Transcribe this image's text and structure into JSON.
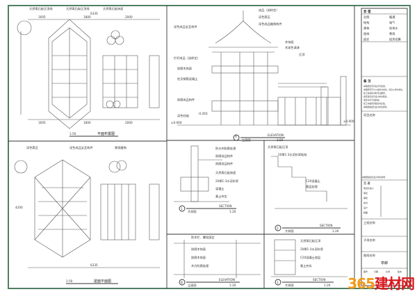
{
  "drawings": {
    "plan": {
      "title": "平面布置图",
      "scale": "1:50",
      "labels": [
        "天然青石板压顶线",
        "天然青石板压顶线",
        "天然青石板饰面"
      ],
      "dims_top": [
        "1605",
        "1800",
        "2000"
      ],
      "dim_total": "6335",
      "dims_bottom": [
        "1605",
        "1800",
        "2000"
      ]
    },
    "roof_plan": {
      "title": "屋面平面图",
      "scale": "1:50",
      "labels": [
        "深色筒瓦",
        "深色成品宝瓦构件",
        "景观植物"
      ],
      "dim_total": "6335",
      "dims_side": [
        "4200"
      ]
    },
    "elevation": {
      "marker": "A",
      "title": "立面图",
      "label": "ELEVATION",
      "scale": "1:50",
      "labels": [
        "成品（选样定）",
        "深色筒瓦",
        "深色成品檐角构件",
        "深色成品宝瓦构件",
        "栏杆成品（选样定）",
        "耐腐木饰面",
        "柱及钢筋混凝土",
        "耐腐成品构件",
        "木饰面",
        "木本色清漆",
        "压顶",
        "深色柱础"
      ],
      "levels": [
        "±0.000",
        "-0.450",
        "±0.000"
      ]
    },
    "section1": {
      "marker": "1",
      "title": "大样图",
      "label": "SECTION",
      "scale": "1:20",
      "labels": [
        "防水剂耐腐处理",
        "耐腐成品构件",
        "耐腐成品构件",
        "天然青石板饰面",
        "20厚1:3水泥砂浆",
        "混凝土",
        "素土夯实"
      ]
    },
    "section2": {
      "marker": "2",
      "title": "大样图",
      "label": "SECTION",
      "scale": "1:20",
      "labels": [
        "天然青石板压顶",
        "20厚1:3水泥砂浆粘结",
        "C20混凝土",
        "基层处理"
      ]
    },
    "elevation2": {
      "marker": "B",
      "title": "立面图",
      "label": "ELEVATION",
      "scale": "1:20",
      "labels": [
        "防木栏、螺栓固定",
        "耐腐木饰面",
        "耐腐木饰面",
        "木方防腐处理"
      ]
    },
    "section3": {
      "marker": "3",
      "title": "大样图",
      "label": "SECTION",
      "scale": "1:20",
      "labels": [
        "天然青石板压顶",
        "20厚1:3水泥砂浆",
        "C20混凝土垫层",
        "素土夯实"
      ]
    }
  },
  "title_block": {
    "sign_header": "会 签",
    "sign_rows": [
      [
        "总图",
        "暖通"
      ],
      [
        "结构",
        "电气"
      ],
      [
        "建筑",
        "给排水"
      ],
      [
        "园林",
        "景观"
      ],
      [
        "园艺",
        "投资估算"
      ]
    ],
    "notes_header": "备 注",
    "notes": [
      "本图纸经签字后方可使用。",
      "本图所有尺寸以毫米为单位，标高以米为单位。",
      "施工前请核对各专业图纸。",
      "如有疑问请与设计单位联系。",
      "未经许可不得复制。",
      "施工中发现问题及时反馈。",
      "本图纸版权归设计单位所有。"
    ],
    "project_header": "项目名称",
    "company_note": "本图纸版权归设计单位所有",
    "sign2_header": "签 署",
    "sign2_rows": [
      "项目负责人",
      "审定",
      "审核",
      "校对",
      "设计",
      "制图"
    ],
    "project_name_header": "工程名称",
    "sub_header": "子项名称",
    "drawing_name_header": "图纸名称",
    "drawing_name": "亭廊",
    "footer": [
      "图号",
      "日期",
      "比例",
      "版本"
    ]
  },
  "watermark": {
    "number": "365",
    "text": "建材网"
  },
  "colors": {
    "frame": "#4f7f63",
    "watermark_orange": "#f39a1b",
    "watermark_red": "#d8161b"
  }
}
